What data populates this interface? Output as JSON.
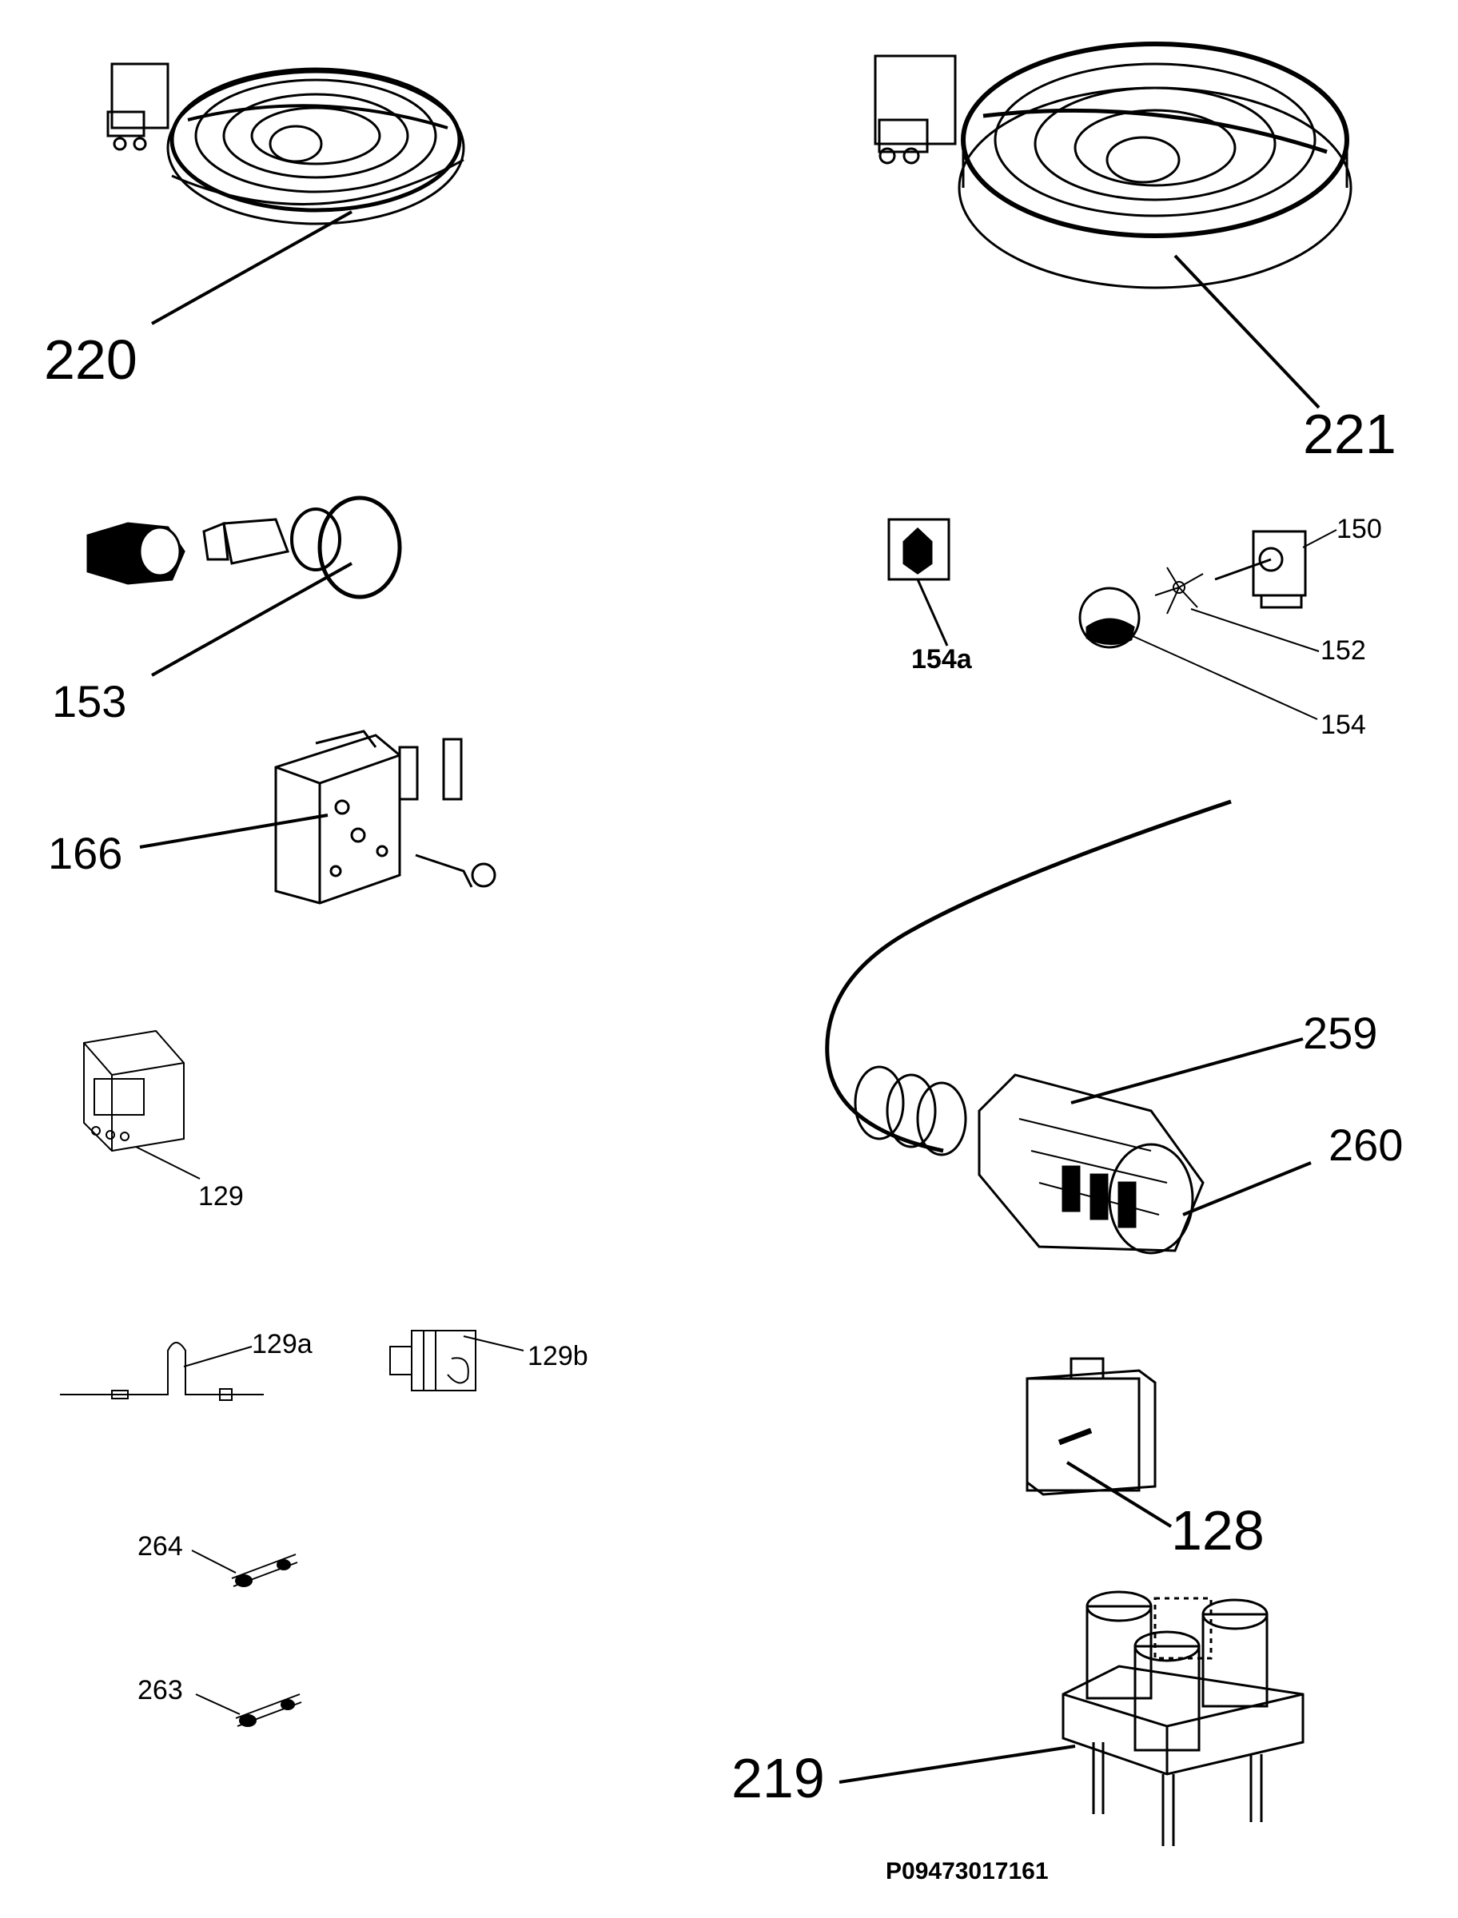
{
  "labels": {
    "p220": "220",
    "p221": "221",
    "p153": "153",
    "p154a": "154a",
    "p150": "150",
    "p152": "152",
    "p154": "154",
    "p166": "166",
    "p259": "259",
    "p260": "260",
    "p129": "129",
    "p129a": "129a",
    "p129b": "129b",
    "p128": "128",
    "p264": "264",
    "p263": "263",
    "p219": "219"
  },
  "doc_code": "P09473017161",
  "colors": {
    "line": "#000000",
    "background": "#ffffff"
  }
}
